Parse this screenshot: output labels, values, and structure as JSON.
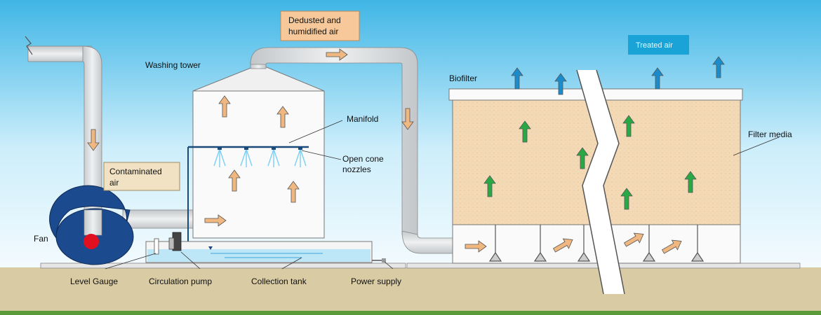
{
  "labels": {
    "washing_tower": "Washing tower",
    "dedusted_line1": "Dedusted and",
    "dedusted_line2": "humidified air",
    "treated_air": "Treated air",
    "biofilter": "Biofilter",
    "manifold": "Manifold",
    "open_cone_line1": "Open cone",
    "open_cone_line2": "nozzles",
    "contaminated_line1": "Contaminated",
    "contaminated_line2": "air",
    "filter_media": "Filter media",
    "fan": "Fan",
    "level_gauge": "Level Gauge",
    "circulation_pump": "Circulation pump",
    "collection_tank": "Collection tank",
    "power_supply": "Power supply"
  },
  "colors": {
    "sky_top": "#3fb6e6",
    "sky_bottom": "#f4fbfe",
    "ground": "#d9cba3",
    "ground_stripe": "#5a9a3a",
    "fan": "#1c4a8f",
    "fan_hub": "#e01020",
    "filter_media": "#f3d9b5",
    "duct": "#d9dcdf",
    "tan_arrow": "#f0b880",
    "green_arrow": "#2aa845",
    "blue_arrow": "#1a8ccc",
    "water": "#bde6f7",
    "label_box": "#f7c99a",
    "treated_box": "#1aa3d6"
  }
}
